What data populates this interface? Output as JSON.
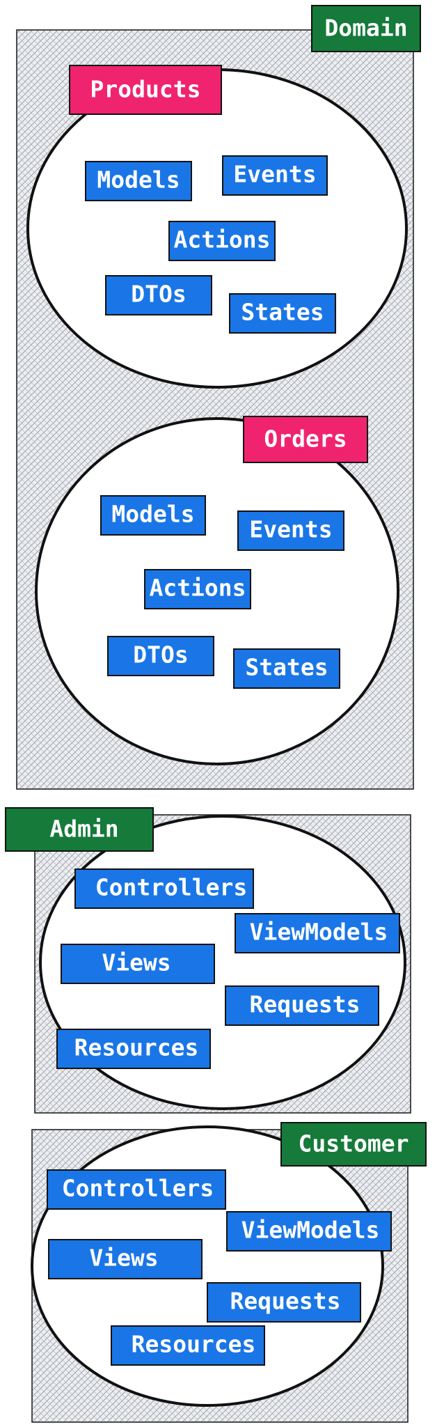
{
  "colors": {
    "box": "#1a76e6",
    "title_pink": "#f0236f",
    "title_green": "#157a3a",
    "hatch": "#9aa0a8",
    "panel": "#e9ebee",
    "stroke": "#111111",
    "text": "#ffffff"
  },
  "sections": {
    "domain": {
      "title": "Domain",
      "products": {
        "title": "Products",
        "items": [
          "Models",
          "Events",
          "Actions",
          "DTOs",
          "States"
        ]
      },
      "orders": {
        "title": "Orders",
        "items": [
          "Models",
          "Events",
          "Actions",
          "DTOs",
          "States"
        ]
      }
    },
    "admin": {
      "title": "Admin",
      "items": [
        "Controllers",
        "ViewModels",
        "Views",
        "Requests",
        "Resources"
      ]
    },
    "customer": {
      "title": "Customer",
      "items": [
        "Controllers",
        "ViewModels",
        "Views",
        "Requests",
        "Resources"
      ]
    }
  }
}
